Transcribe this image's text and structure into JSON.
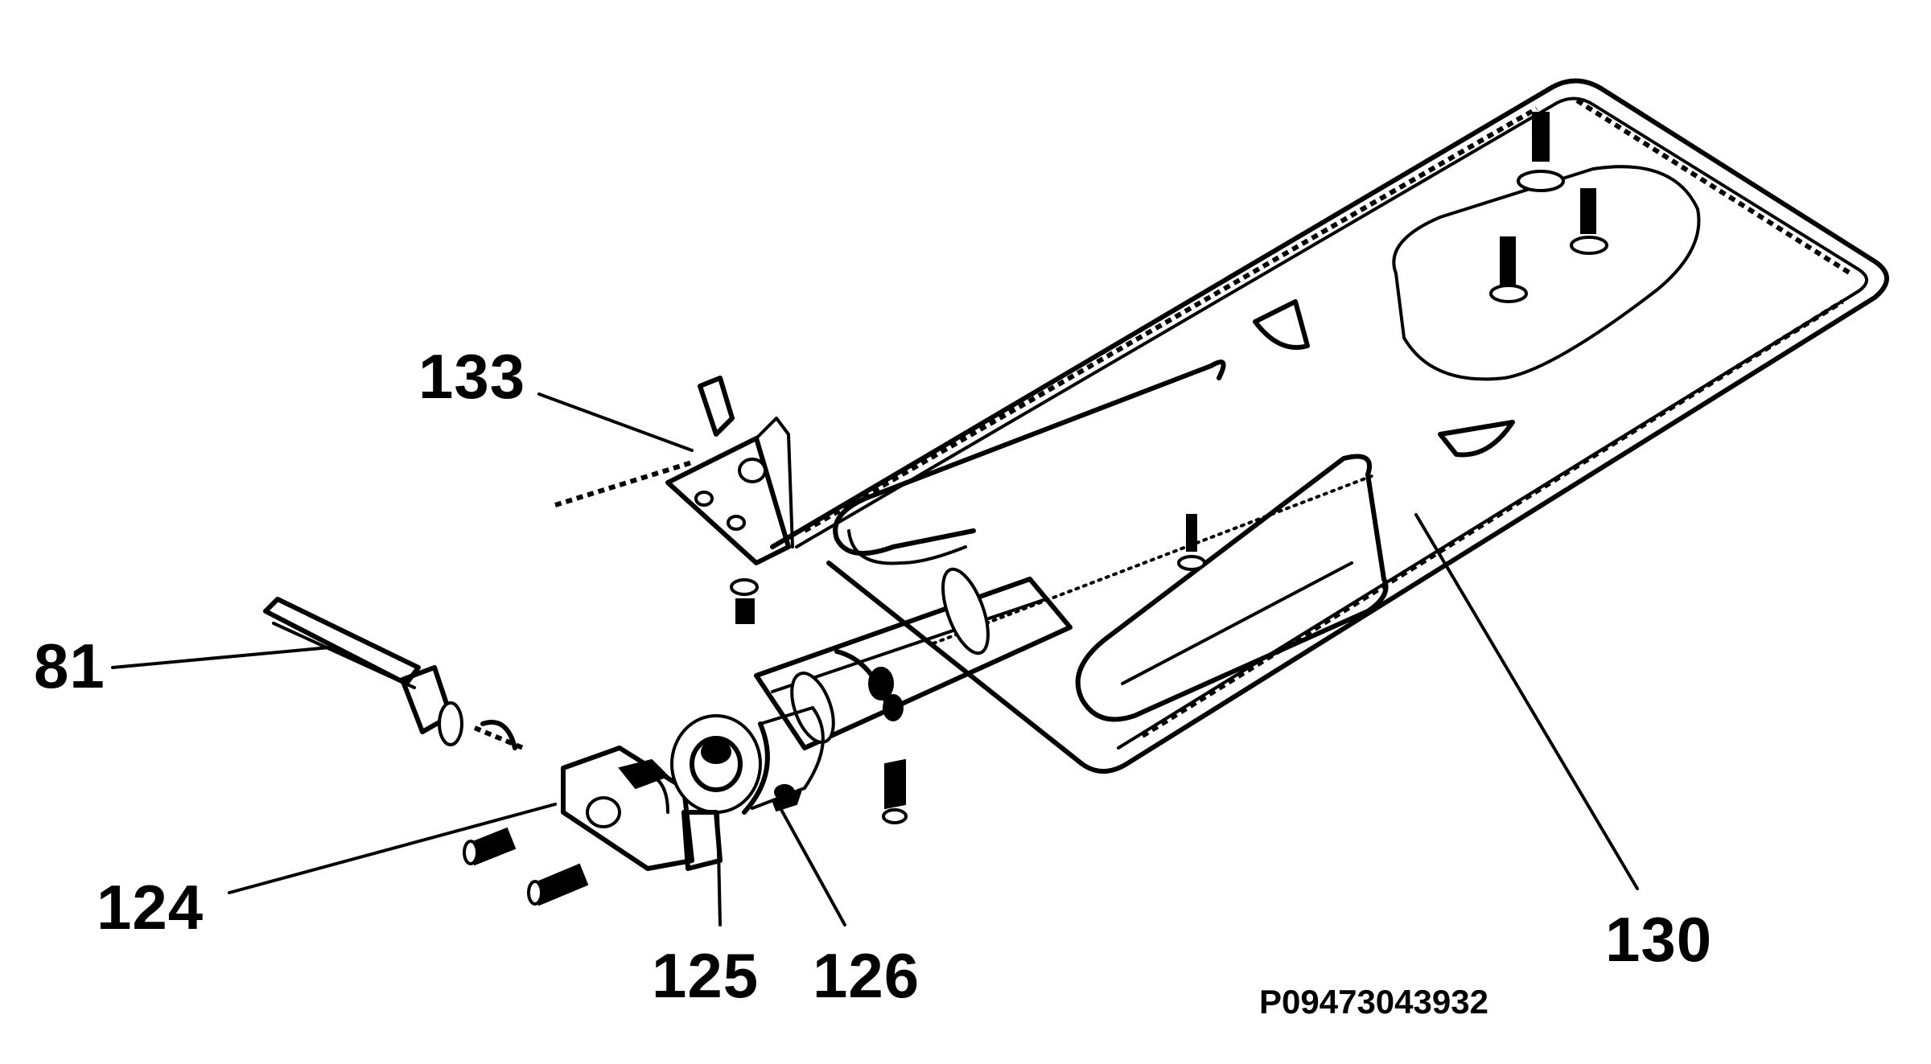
{
  "diagram": {
    "labels": {
      "l81": "81",
      "l124": "124",
      "l125": "125",
      "l126": "126",
      "l130": "130",
      "l133": "133"
    },
    "reference_code": "P09473043932"
  }
}
